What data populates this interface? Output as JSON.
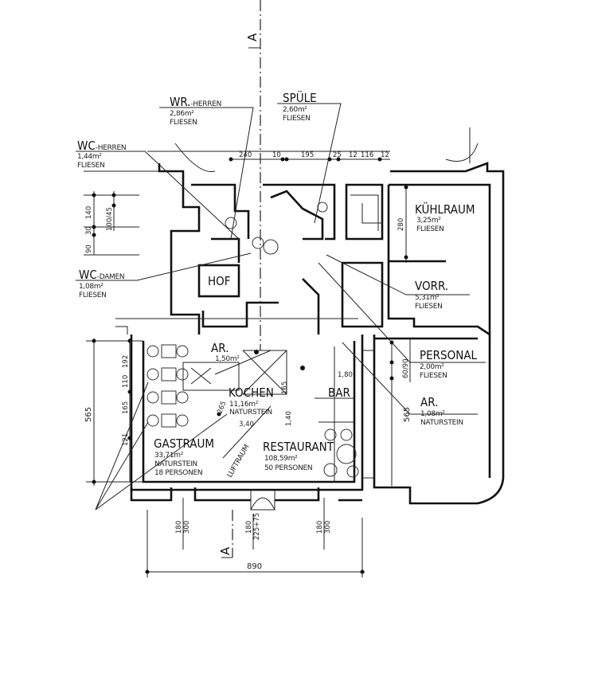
{
  "section_marks": {
    "top": "A",
    "bottom": "A"
  },
  "rooms": {
    "wr_herren": {
      "name": "WR.",
      "suffix": "-HERREN",
      "area": "2,86m²",
      "floor": "FLIESEN"
    },
    "spuele": {
      "name": "SPÜLE",
      "area": "2,60m²",
      "floor": "FLIESEN"
    },
    "wc_herren": {
      "name": "WC",
      "suffix": "-HERREN",
      "area": "1,44m²",
      "floor": "FLIESEN"
    },
    "wc_damen": {
      "name": "WC",
      "suffix": "-DAMEN",
      "area": "1,08m²",
      "floor": "FLIESEN"
    },
    "hof": {
      "name": "HOF"
    },
    "kuehlraum": {
      "name": "KÜHLRAUM",
      "area": "3,25m²",
      "floor": "FLIESEN"
    },
    "vorr": {
      "name": "VORR.",
      "area": "5,31m²",
      "floor": "FLIESEN"
    },
    "personal": {
      "name": "PERSONAL",
      "area": "2,00m²",
      "floor": "FLIESEN"
    },
    "ar_right": {
      "name": "AR.",
      "area": "1,08m²",
      "floor": "NATURSTEIN"
    },
    "ar_left": {
      "name": "AR.",
      "area": "1,50m²"
    },
    "kochen": {
      "name": "KOCHEN",
      "area": "11,16m²",
      "floor": "NATURSTEIN"
    },
    "bar": {
      "name": "BAR"
    },
    "gastraum": {
      "name": "GASTRAUM",
      "area": "33,71m²",
      "floor": "NATURSTEIN",
      "capacity": "18 PERSONEN"
    },
    "restaurant": {
      "name": "RESTAURANT",
      "area": "108,59m²",
      "capacity": "50 PERSONEN"
    },
    "luftraum": {
      "name": "LUFTRAUM"
    }
  },
  "dimensions": {
    "top": [
      "240",
      "10",
      "195",
      "25",
      "12",
      "116",
      "12"
    ],
    "left_upper": [
      "140",
      "100/45",
      "30",
      "90"
    ],
    "left_lower": [
      "192",
      "110",
      "165",
      "121"
    ],
    "left_total": "565",
    "right_total": "565",
    "kuehlraum": "280",
    "personal": "60/90",
    "bottom": [
      {
        "a": "180",
        "b": "300"
      },
      {
        "a": "180",
        "b": "225+75"
      },
      {
        "a": "180",
        "b": "300"
      }
    ],
    "bottom_total": "890",
    "kochen": [
      "265",
      "165",
      "3,40",
      "1,40"
    ],
    "bar": "1,80"
  }
}
